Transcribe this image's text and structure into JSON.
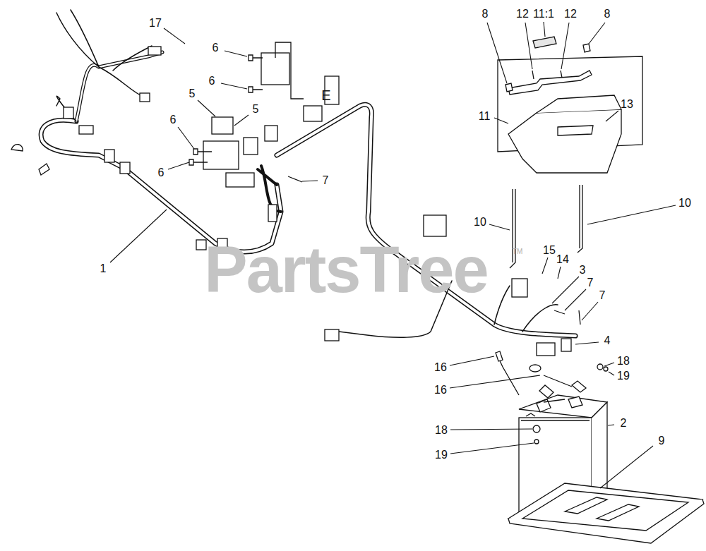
{
  "diagram": {
    "labels": [
      "17",
      "6",
      "6",
      "5",
      "5",
      "6",
      "6",
      "7",
      "1",
      "8",
      "12",
      "11:1",
      "12",
      "8",
      "11",
      "13",
      "10",
      "10",
      "15",
      "14",
      "3",
      "7",
      "7",
      "4",
      "16",
      "16",
      "18",
      "19",
      "18",
      "19",
      "2",
      "9",
      "PartsTree",
      "TM",
      "E"
    ]
  }
}
